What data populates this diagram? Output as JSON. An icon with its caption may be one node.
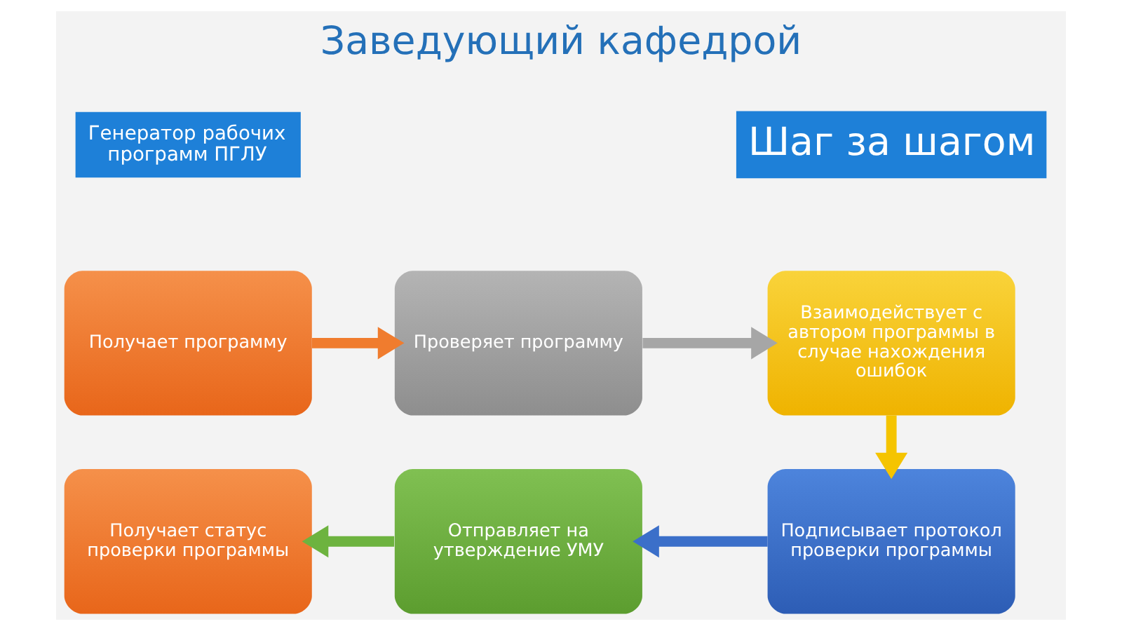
{
  "diagram": {
    "title": "Заведующий кафедрой",
    "nodes": [
      {
        "text": [
          "Получает программу"
        ]
      },
      {
        "text": [
          "Проверяет программу"
        ]
      },
      {
        "text": [
          "Взаимодействует с автором программы в случае нахождения ошибок"
        ]
      },
      {
        "text": [
          "Подписывает протокол проверки программы"
        ]
      },
      {
        "text": [
          "Отправляет на утверждение УМУ"
        ]
      },
      {
        "text": [
          "Получает статус проверки программы"
        ]
      }
    ],
    "edges": [
      {
        "from": 0,
        "to": 1,
        "arrow": "to",
        "color": "#f07c2e"
      },
      {
        "from": 1,
        "to": 2,
        "arrow": "to",
        "color": "#a6a6a6"
      },
      {
        "from": 2,
        "to": 3,
        "arrow": "to",
        "color": "#f5c400"
      },
      {
        "from": 3,
        "to": 4,
        "arrow": "to",
        "color": "#3b6fc9"
      },
      {
        "from": 4,
        "to": 5,
        "arrow": "to",
        "color": "#6db33f"
      }
    ],
    "labels": [
      "Генератор рабочих программ ПГЛУ",
      "Шаг за шагом"
    ]
  }
}
